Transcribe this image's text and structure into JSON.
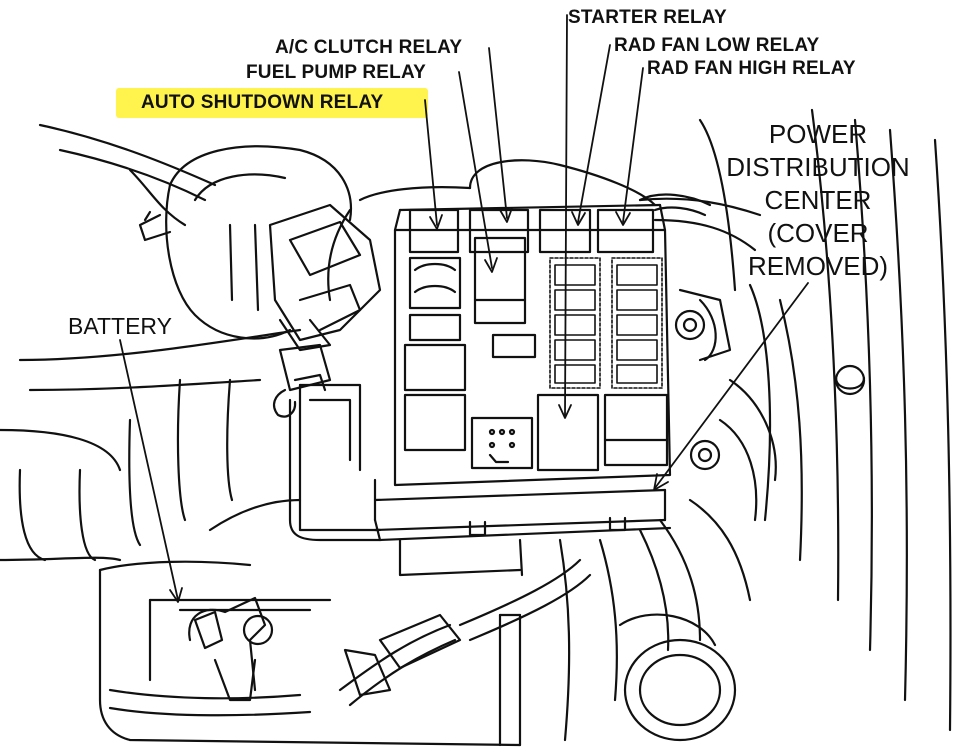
{
  "labels": {
    "ac_clutch_relay": "A/C CLUTCH RELAY",
    "fuel_pump_relay": "FUEL PUMP RELAY",
    "auto_shutdown_relay": "AUTO SHUTDOWN RELAY",
    "starter_relay": "STARTER RELAY",
    "rad_fan_low_relay": "RAD FAN LOW RELAY",
    "rad_fan_high_relay": "RAD FAN HIGH RELAY",
    "battery": "BATTERY",
    "pdc": {
      "line1": "POWER",
      "line2": "DISTRIBUTION",
      "line3": "CENTER",
      "line4": "(COVER",
      "line5": "REMOVED)"
    }
  },
  "colors": {
    "ink": "#111111",
    "highlight": "#fff34d",
    "background": "#ffffff"
  }
}
